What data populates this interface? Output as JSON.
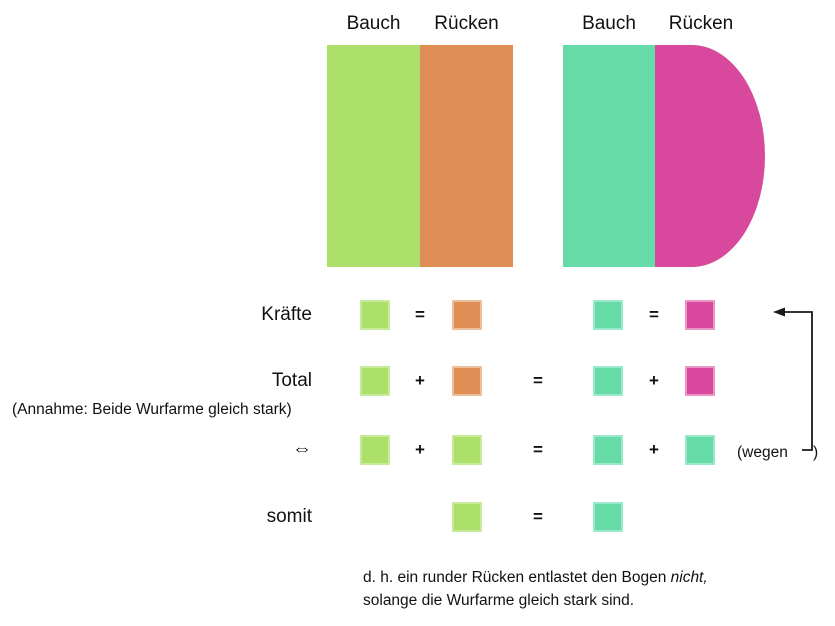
{
  "colors": {
    "green": "#ACE06A",
    "green_border": "#C8EB9B",
    "orange": "#DF8E55",
    "orange_border": "#ECC09A",
    "teal": "#66DBA8",
    "teal_border": "#9AE9C8",
    "pink": "#D8499D",
    "pink_border": "#E995C6"
  },
  "flat_bow": {
    "belly_label": "Bauch",
    "back_label": "Rücken"
  },
  "round_bow": {
    "belly_label": "Bauch",
    "back_label": "Rücken"
  },
  "operators": {
    "equals": "=",
    "plus": "+"
  },
  "row_labels": {
    "kraefte": "Kräfte",
    "total": "Total",
    "total_note": "(Annahme: Beide Wurfarme gleich stark)",
    "equiv": "⇔",
    "somit": "somit"
  },
  "side_note": {
    "open": "(wegen",
    "close": ")"
  },
  "conclusion": {
    "line1_normal": "d. h. ein runder Rücken entlastet den Bogen ",
    "line1_italic": "nicht,",
    "line2": "solange die Wurfarme gleich stark sind."
  }
}
